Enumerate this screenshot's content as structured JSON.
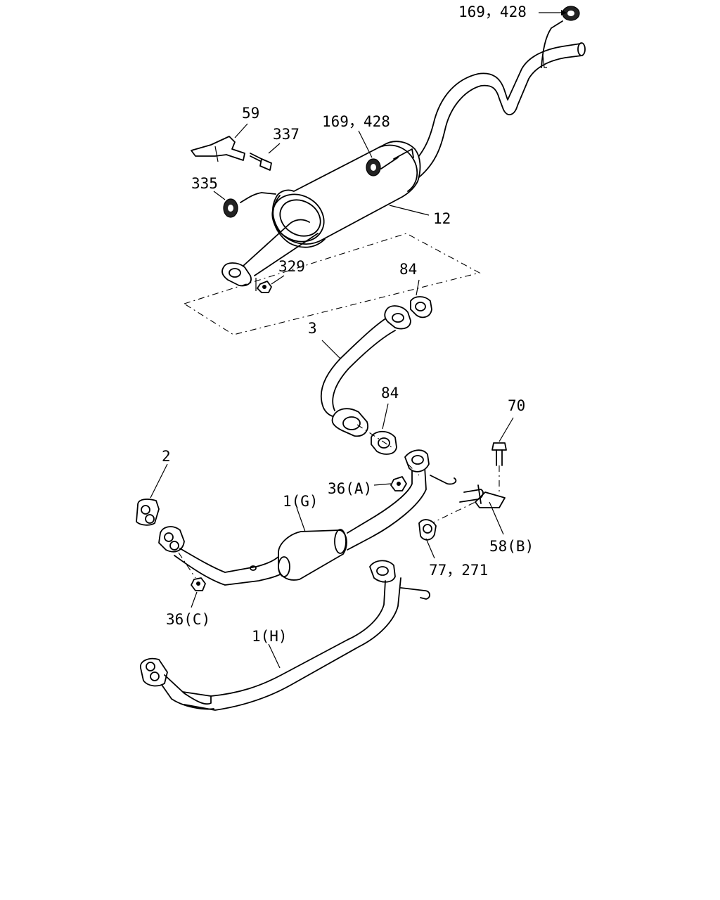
{
  "labels": {
    "top_hanger": "169，428",
    "muffler_hanger": "169，428",
    "bracket_59": "59",
    "bolt_337": "337",
    "rubber_335": "335",
    "muffler_12": "12",
    "nut_329": "329",
    "gasket_84_upper": "84",
    "pipe_3": "3",
    "gasket_84_lower": "84",
    "bolt_70": "70",
    "gasket_2": "2",
    "nut_36a": "36(A)",
    "pipe_1g": "1(G)",
    "bracket_58b": "58(B)",
    "rubber_77_271": "77，271",
    "nut_36c": "36(C)",
    "pipe_1h": "1(H)"
  }
}
